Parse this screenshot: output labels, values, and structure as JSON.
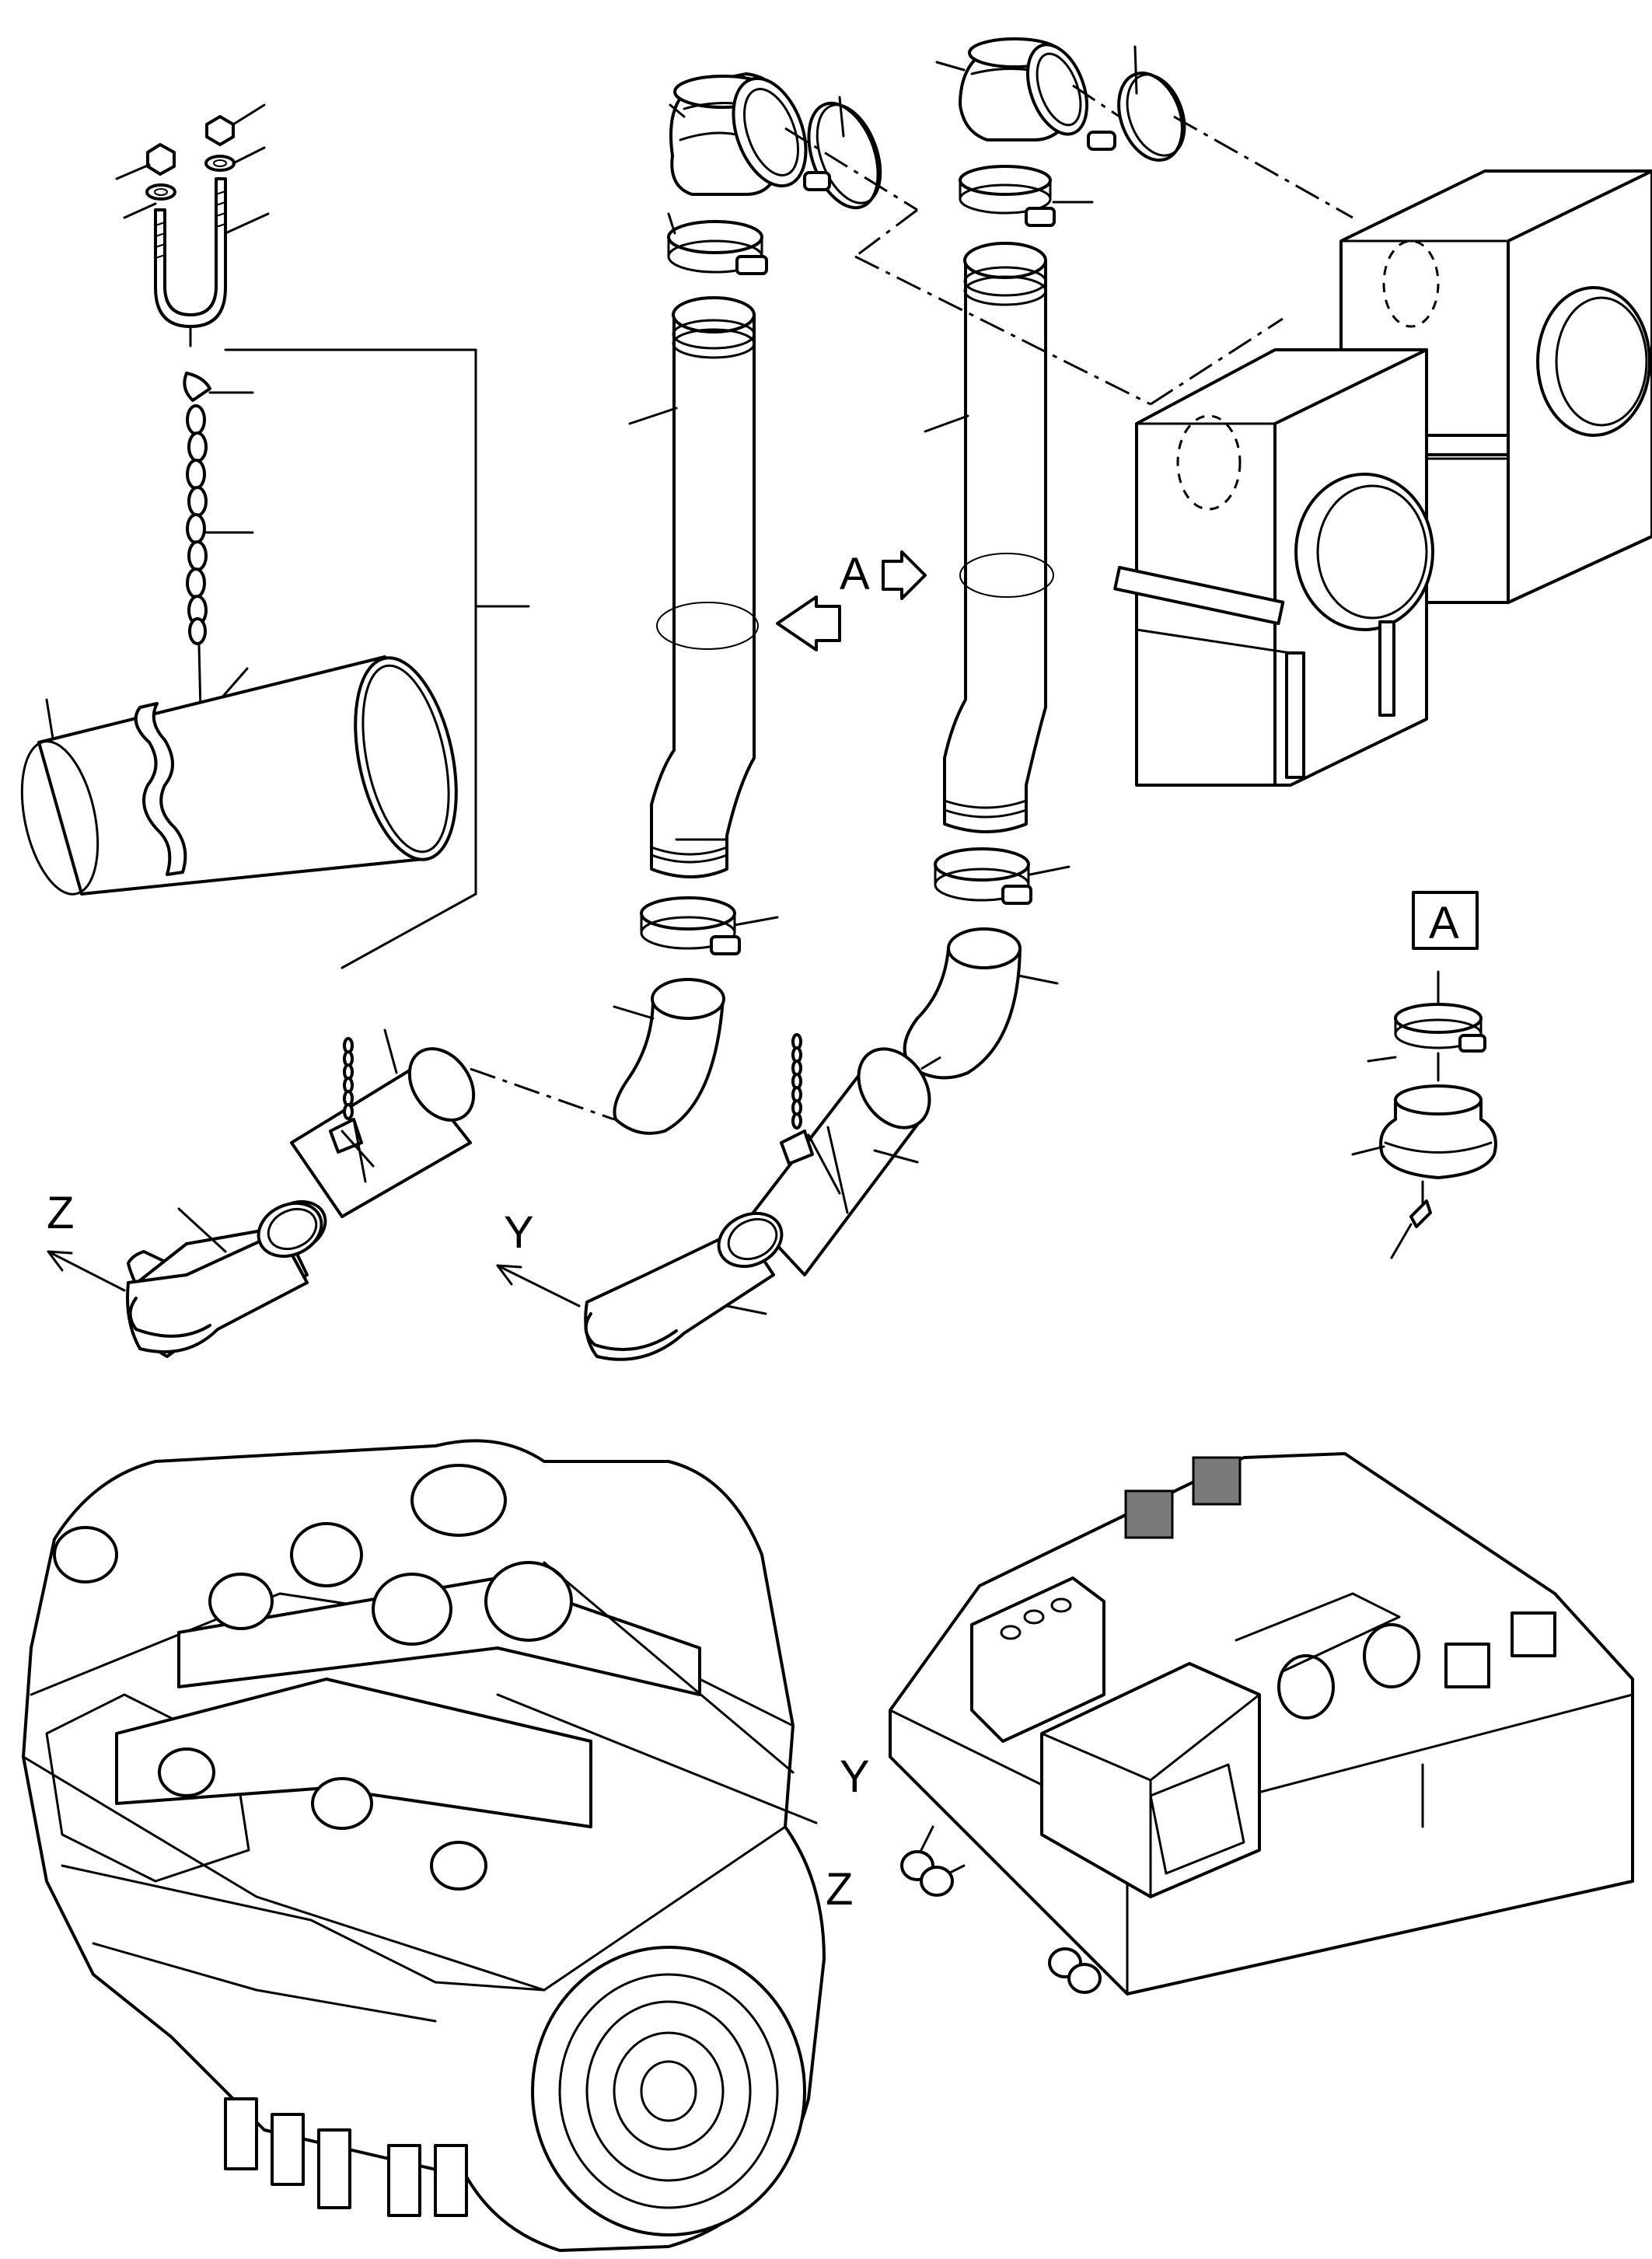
{
  "labels": {
    "view_a_marker": "A",
    "view_a_box": "A",
    "outlet_z": "Z",
    "outlet_y": "Y",
    "engine_y": "Y",
    "engine_z": "Z"
  }
}
